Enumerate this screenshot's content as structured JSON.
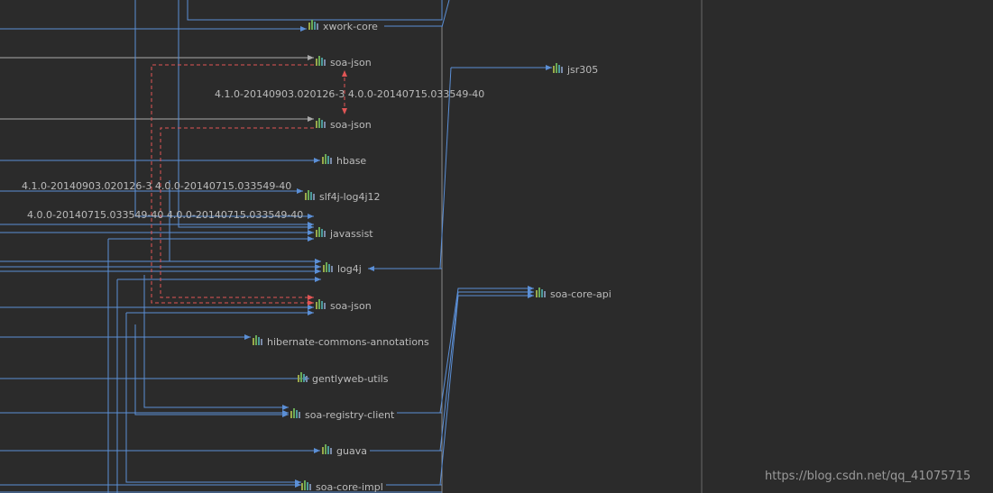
{
  "nodes": [
    {
      "id": "xwork-core",
      "label": "xwork-core"
    },
    {
      "id": "soa-json-1",
      "label": "soa-json"
    },
    {
      "id": "soa-json-2",
      "label": "soa-json"
    },
    {
      "id": "hbase",
      "label": "hbase"
    },
    {
      "id": "slf4j-log4j12",
      "label": "slf4j-log4j12"
    },
    {
      "id": "javassist",
      "label": "javassist"
    },
    {
      "id": "log4j",
      "label": "log4j"
    },
    {
      "id": "soa-json-3",
      "label": "soa-json"
    },
    {
      "id": "hibernate-commons-annotations",
      "label": "hibernate-commons-annotations"
    },
    {
      "id": "gentlyweb-utils",
      "label": "gentlyweb-utils"
    },
    {
      "id": "soa-registry-client",
      "label": "soa-registry-client"
    },
    {
      "id": "guava",
      "label": "guava"
    },
    {
      "id": "soa-core-impl",
      "label": "soa-core-impl"
    },
    {
      "id": "jsr305",
      "label": "jsr305"
    },
    {
      "id": "soa-core-api",
      "label": "soa-core-api"
    }
  ],
  "conflicts": [
    {
      "id": "conflict-1",
      "label": "4.1.0-20140903.020126-3 4.0.0-20140715.033549-40"
    },
    {
      "id": "conflict-2",
      "label": "4.1.0-20140903.020126-3 4.0.0-20140715.033549-40"
    },
    {
      "id": "conflict-3",
      "label": "4.0.0-20140715.033549-40 4.0.0-20140715.033549-40"
    }
  ],
  "watermark": "https://blog.csdn.net/qq_41075715",
  "colors": {
    "background": "#2b2b2b",
    "edge": "#5b8fd6",
    "edge_gray": "#a9a9a9",
    "conflict": "#e05555",
    "text": "#bbbbbb"
  },
  "icon": "library-bars-icon"
}
